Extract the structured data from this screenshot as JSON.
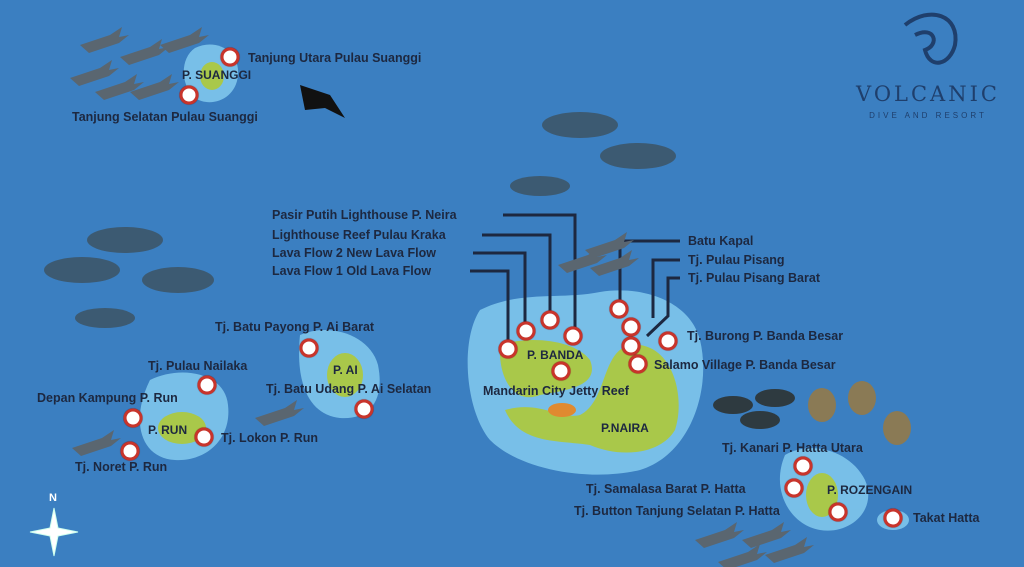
{
  "logo": {
    "name": "VOLCANIC",
    "tagline": "DIVE AND RESORT"
  },
  "compass": {
    "north": "N"
  },
  "islands": [
    "P. SUANGGI",
    "P. AI",
    "P. RUN",
    "P. BANDA",
    "P.NAIRA",
    "P. ROZENGAIN"
  ],
  "sites": [
    "Tanjung Utara Pulau Suanggi",
    "Tanjung Selatan Pulau Suanggi",
    "Pasir Putih Lighthouse P. Neira",
    "Lighthouse Reef Pulau Kraka",
    "Lava Flow 2 New Lava Flow",
    "Lava Flow 1 Old Lava Flow",
    "Batu Kapal",
    "Tj. Pulau Pisang",
    "Tj. Pulau Pisang Barat",
    "Tj. Batu Payong P. Ai Barat",
    "Tj. Batu Udang P. Ai Selatan",
    "Tj. Pulau Nailaka",
    "Depan Kampung P. Run",
    "Tj. Lokon P. Run",
    "Tj. Noret P. Run",
    "Tj. Burong P. Banda Besar",
    "Salamo Village P. Banda Besar",
    "Mandarin City Jetty Reef",
    "Tj. Kanari P. Hatta Utara",
    "Tj. Samalasa Barat P. Hatta",
    "Tj. Button Tanjung Selatan P. Hatta",
    "Takat Hatta"
  ],
  "colors": {
    "sea": "#3b7fc1",
    "shallow": "#8fd0ee",
    "land": "#a7c94a",
    "marker_ring": "#c8342b",
    "label": "#1d2840"
  }
}
